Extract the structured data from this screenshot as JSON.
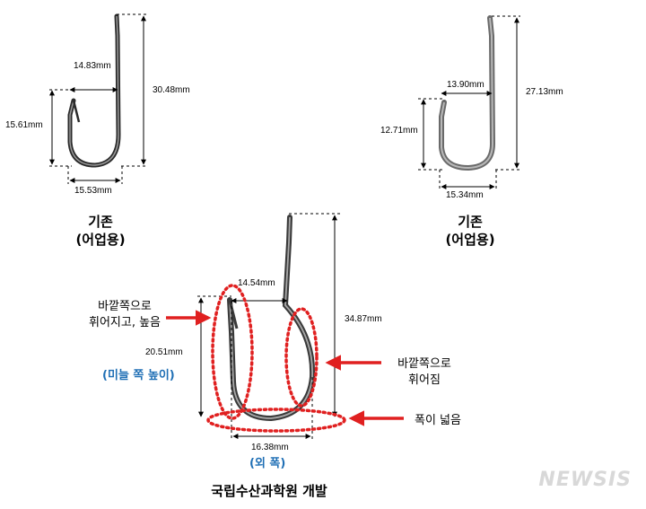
{
  "hook1": {
    "width_top": "14.83mm",
    "height": "30.48mm",
    "barb_height": "15.61mm",
    "bottom_width": "15.53mm",
    "caption_line1": "기존",
    "caption_line2": "(어업용)"
  },
  "hook2": {
    "width_top": "13.90mm",
    "height": "27.13mm",
    "barb_height": "12.71mm",
    "bottom_width": "15.34mm",
    "caption_line1": "기존",
    "caption_line2": "(어업용)"
  },
  "hook3": {
    "width_top": "14.54mm",
    "height": "34.87mm",
    "barb_height": "20.51mm",
    "bottom_width": "16.38mm",
    "caption": "국립수산과학원 개발",
    "annotation_left_line1": "바깥쪽으로",
    "annotation_left_line2": "휘어지고, 높음",
    "annotation_barb": "(미늘 쪽 높이)",
    "annotation_right_line1": "바깥쪽으로",
    "annotation_right_line2": "휘어짐",
    "annotation_bottom": "폭이 넓음",
    "annotation_outer": "(외 폭)"
  },
  "watermark": "NEWSIS",
  "colors": {
    "highlight": "#e02020",
    "annotation_blue": "#1f6fb5"
  }
}
